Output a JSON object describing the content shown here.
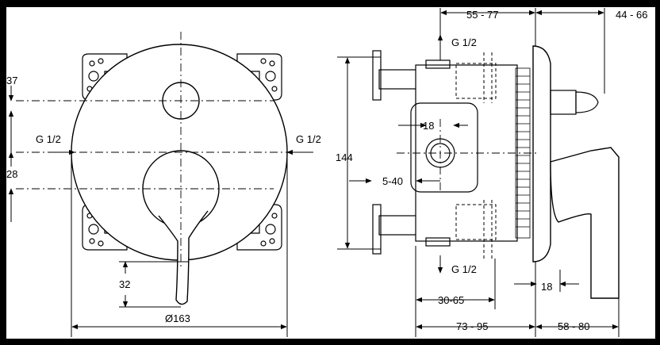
{
  "front_view": {
    "dim_37": "37",
    "dim_28": "28",
    "dim_32": "32",
    "dim_diameter": "Ø163",
    "inlet_left": "G 1/2",
    "inlet_right": "G 1/2"
  },
  "side_view": {
    "dim_55_77": "55 - 77",
    "dim_44_66": "44 - 66",
    "outlet_top": "G 1/2",
    "outlet_bottom": "G 1/2",
    "dim_144": "144",
    "dim_18_top": "18",
    "dim_5_40": "5-40",
    "dim_18_bottom": "18",
    "dim_30_65": "30-65",
    "dim_73_95": "73 - 95",
    "dim_58_80": "58 - 80"
  }
}
